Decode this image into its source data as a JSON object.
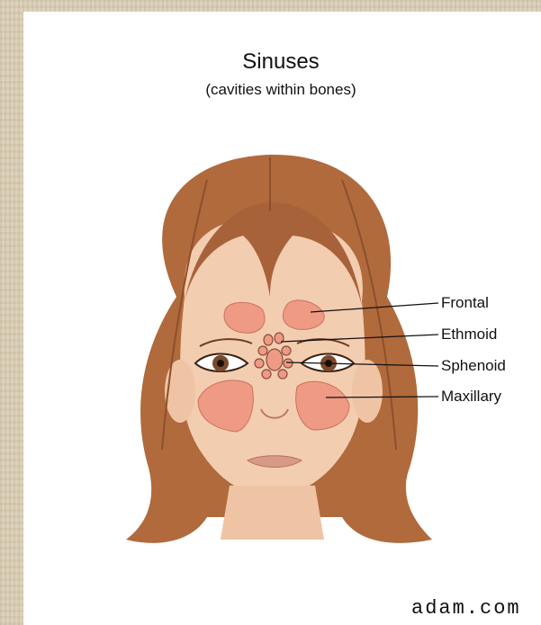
{
  "title": "Sinuses",
  "subtitle": "(cavities within bones)",
  "labels": {
    "frontal": "Frontal",
    "ethmoid": "Ethmoid",
    "sphenoid": "Sphenoid",
    "maxillary": "Maxillary"
  },
  "credit": "adam.com",
  "colors": {
    "hair": "#b06a3c",
    "skin": "#f3cdb0",
    "sinus": "#ee9a85",
    "background": "#ffffff",
    "frame": "#d9cdb4"
  }
}
